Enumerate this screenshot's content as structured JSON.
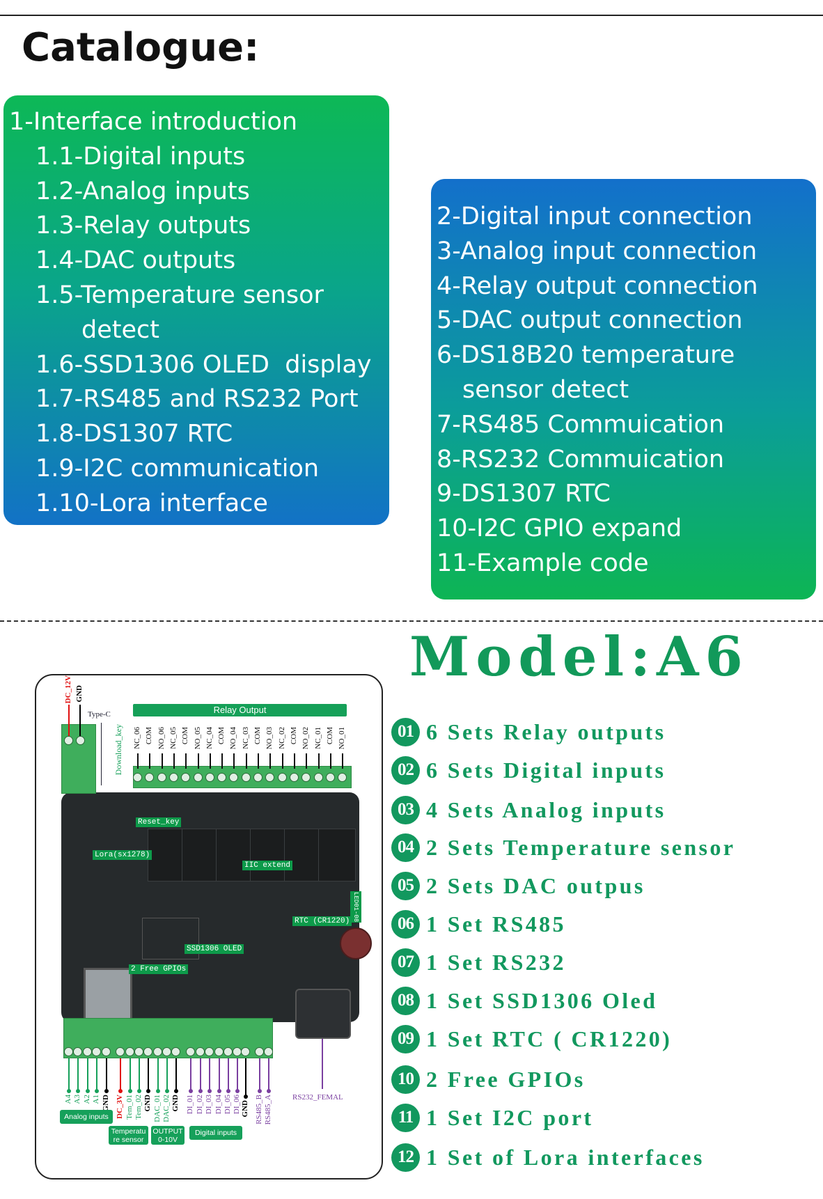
{
  "catalogue": {
    "title": "Catalogue:",
    "left_box": [
      "1-Interface introduction",
      "1.1-Digital inputs",
      "1.2-Analog inputs",
      "1.3-Relay outputs",
      "1.4-DAC outputs",
      "1.5-Temperature sensor",
      "detect",
      "1.6-SSD1306 OLED  display",
      "1.7-RS485 and RS232 Port",
      "1.8-DS1307 RTC",
      "1.9-I2C communication",
      "1.10-Lora interface"
    ],
    "right_box": [
      "2-Digital input connection",
      "3-Analog input connection",
      "4-Relay output connection",
      "5-DAC output connection",
      "6-DS18B20 temperature",
      "sensor detect",
      "7-RS485 Commuication",
      "8-RS232 Commuication",
      "9-DS1307 RTC",
      "10-I2C GPIO expand",
      "11-Example code"
    ]
  },
  "model": {
    "title": "Model:A6",
    "features": [
      {
        "num": "01",
        "text": "6 Sets Relay outputs"
      },
      {
        "num": "02",
        "text": "6 Sets Digital inputs"
      },
      {
        "num": "03",
        "text": "4 Sets Analog inputs"
      },
      {
        "num": "04",
        "text": "2 Sets Temperature sensor"
      },
      {
        "num": "05",
        "text": "2 Sets DAC outpus"
      },
      {
        "num": "06",
        "text": "1 Set RS485"
      },
      {
        "num": "07",
        "text": "1 Set RS232"
      },
      {
        "num": "08",
        "text": "1 Set SSD1306 Oled"
      },
      {
        "num": "09",
        "text": "1 Set RTC ( CR1220)"
      },
      {
        "num": "10",
        "text": "2 Free GPIOs"
      },
      {
        "num": "11",
        "text": "1 Set I2C port"
      },
      {
        "num": "12",
        "text": "1 Set of Lora interfaces"
      }
    ]
  },
  "board": {
    "power": [
      "DC_12V",
      "GND"
    ],
    "type_c": "Type-C",
    "download_key": "Download_key",
    "relay_output": "Relay Output",
    "relay_terminals": [
      "NC_06",
      "COM",
      "NO_06",
      "NC_05",
      "COM",
      "NO_05",
      "NC_04",
      "COM",
      "NO_04",
      "NC_03",
      "COM",
      "NO_03",
      "NC_02",
      "COM",
      "NO_02",
      "NC_01",
      "COM",
      "NO_01"
    ],
    "callouts": {
      "reset": "Reset_key",
      "lora": "Lora(sx1278)",
      "iic": "IIC extend",
      "rtc": "RTC (CR1220)",
      "oled": "SSD1306 OLED",
      "gpio": "2 Free GPIOs",
      "led": "LED01-08"
    },
    "bottom_terminals": [
      "A4",
      "A3",
      "A2",
      "A1",
      "GND",
      "DC_3V",
      "Tem_01",
      "Tem_02",
      "GND",
      "DAC_01",
      "DAC_02",
      "GND",
      "DI_01",
      "DI_02",
      "DI_03",
      "DI_04",
      "DI_05",
      "DI_06",
      "GND",
      "RS485_B",
      "RS485_A"
    ],
    "bottom_colors": [
      "#16a05a",
      "#16a05a",
      "#16a05a",
      "#16a05a",
      "#000000",
      "#e01010",
      "#16a05a",
      "#16a05a",
      "#000000",
      "#16a05a",
      "#16a05a",
      "#000000",
      "#7a3fa0",
      "#7a3fa0",
      "#7a3fa0",
      "#7a3fa0",
      "#7a3fa0",
      "#7a3fa0",
      "#000000",
      "#7a3fa0",
      "#7a3fa0"
    ],
    "rs232": "RS232_FEMAL",
    "groups": {
      "analog": "Analog inputs",
      "temp": "Temperatu re sensor",
      "output": "OUTPUT 0-10V",
      "digital": "Digital inputs"
    }
  }
}
